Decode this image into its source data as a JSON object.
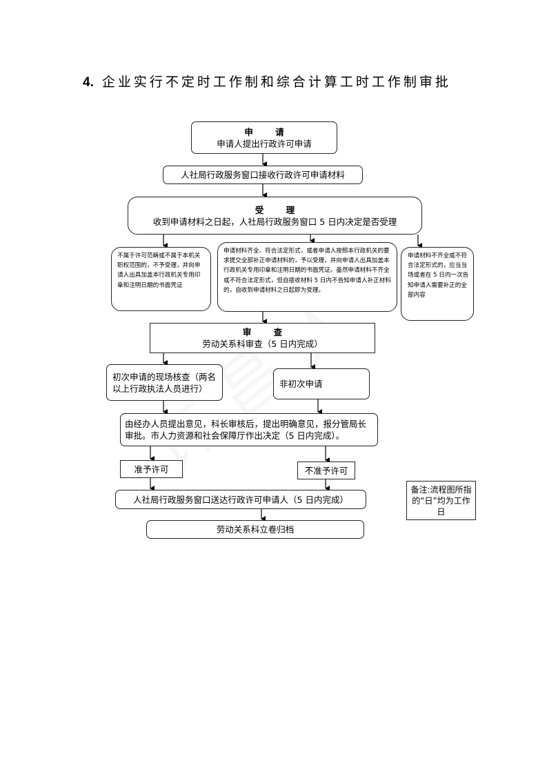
{
  "title": {
    "number": "4.",
    "text": "企业实行不定时工作制和综合计算工时工作制审批"
  },
  "flow": {
    "apply": {
      "head": "申  请",
      "body": "申请人提出行政许可申请"
    },
    "receive": "人社局行政服务窗口接收行政许可申请材料",
    "accept": {
      "head": "受 理",
      "body": "收到申请材料之日起，人社局行政服务窗口 5 日内决定是否受理"
    },
    "branch_left": "不属于许可范畴或不属于本机关职权范围的，不予受理，并向申请人出具加盖本行政机关专用印章和注明日期的书面凭证",
    "branch_mid": "申请材料齐全、符合法定形式，或者申请人按照本行政机关的要求提交全部补正申请材料的，予以受理，并向申请人出具加盖本行政机关专用印章和注明日期的书面凭证。虽然申请材料不齐全或不符合法定形式，但自接收材料 5 日内不告知申请人补正材料的，自收到申请材料之日起即为受理。",
    "branch_right": "申请材料不齐全或不符合法定形式的，应当当场或者在 5 日内一次告知申请人需要补正的全部内容",
    "review": {
      "head": "审 查",
      "body": "劳动关系科审查（5 日内完成）"
    },
    "first_apply": "初次申请的现场核查（两名以上行政执法人员进行）",
    "non_first_apply": "非初次申请",
    "decision": "由经办人员提出意见，科长审核后，提出明确意见，报分管局长审批。市人力资源和社会保障厅作出决定（5 日内完成）。",
    "approve": "准予许可",
    "reject": "不准予许可",
    "deliver": "人社局行政服务窗口送达行政许可申请人（5 日内完成）",
    "archive": "劳动关系科立卷归档"
  },
  "note": "备注:流程图所指的“日”均为工作日",
  "watermark": "许昌人社"
}
